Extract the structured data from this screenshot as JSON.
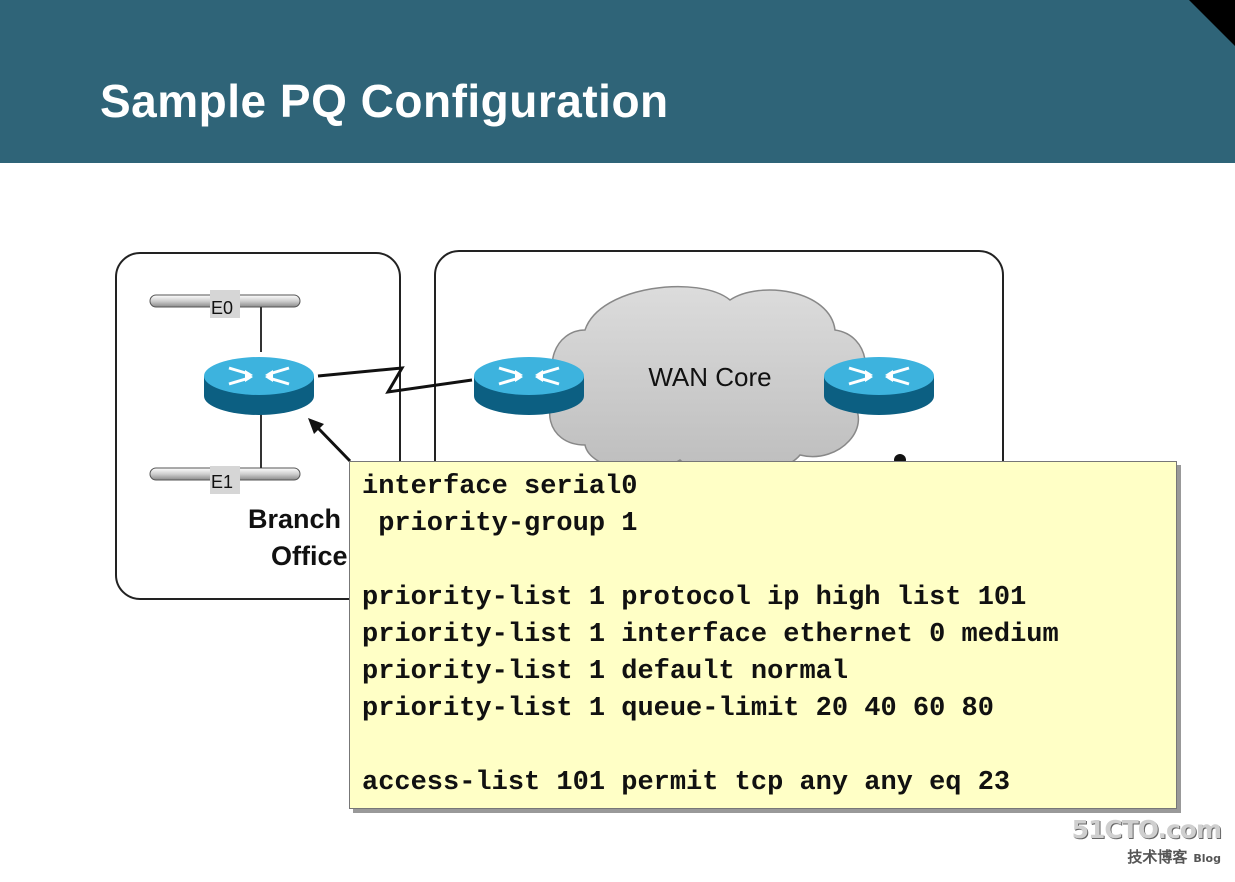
{
  "slide": {
    "title": "Sample PQ Configuration"
  },
  "diagram": {
    "branch_label_line1": "Branch",
    "branch_label_line2": "Office",
    "ethernet0_label": "E0",
    "ethernet1_label": "E1",
    "wan_label": "WAN Core"
  },
  "config": {
    "lines": [
      "interface serial0",
      " priority-group 1",
      "",
      "priority-list 1 protocol ip high list 101",
      "priority-list 1 interface ethernet 0 medium",
      "priority-list 1 default normal",
      "priority-list 1 queue-limit 20 40 60 80",
      "",
      "access-list 101 permit tcp any any eq 23"
    ]
  },
  "watermark": {
    "brand": "51CTO.com",
    "sub": "技术博客",
    "blog": "Blog"
  },
  "colors": {
    "header": "#2f6478",
    "codebox": "#ffffc6",
    "router": "#1f9bc8"
  }
}
